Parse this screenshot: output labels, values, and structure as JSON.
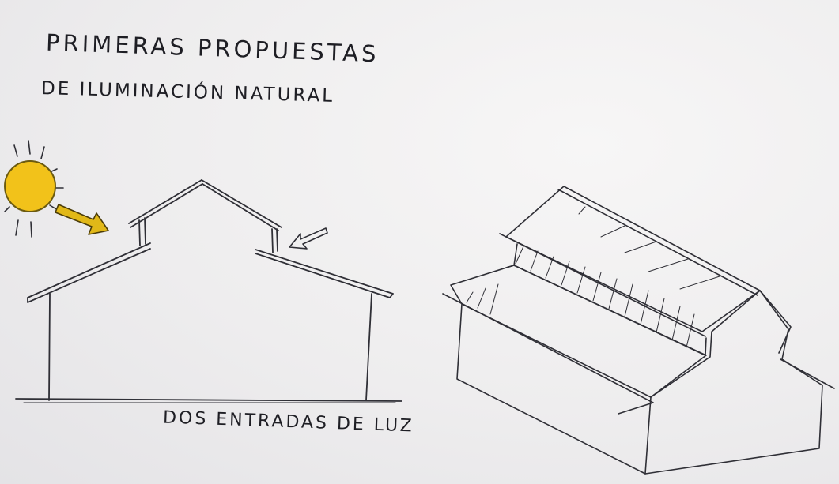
{
  "title": {
    "line1": "PRIMERAS PROPUESTAS",
    "line2": "DE ILUMINACIÓN NATURAL"
  },
  "caption": "DOS ENTRADAS DE LUZ",
  "icons": {
    "sun": "sun-icon",
    "light_arrow": "light-arrow-icon",
    "pointer_arrow": "pointer-arrow-icon"
  },
  "colors": {
    "paper": "#efeeee",
    "ink": "#2f2f36",
    "sun_fill": "#f2c21a",
    "sun_outline": "#6b5a10",
    "light_arrow_fill": "#e1b818"
  }
}
